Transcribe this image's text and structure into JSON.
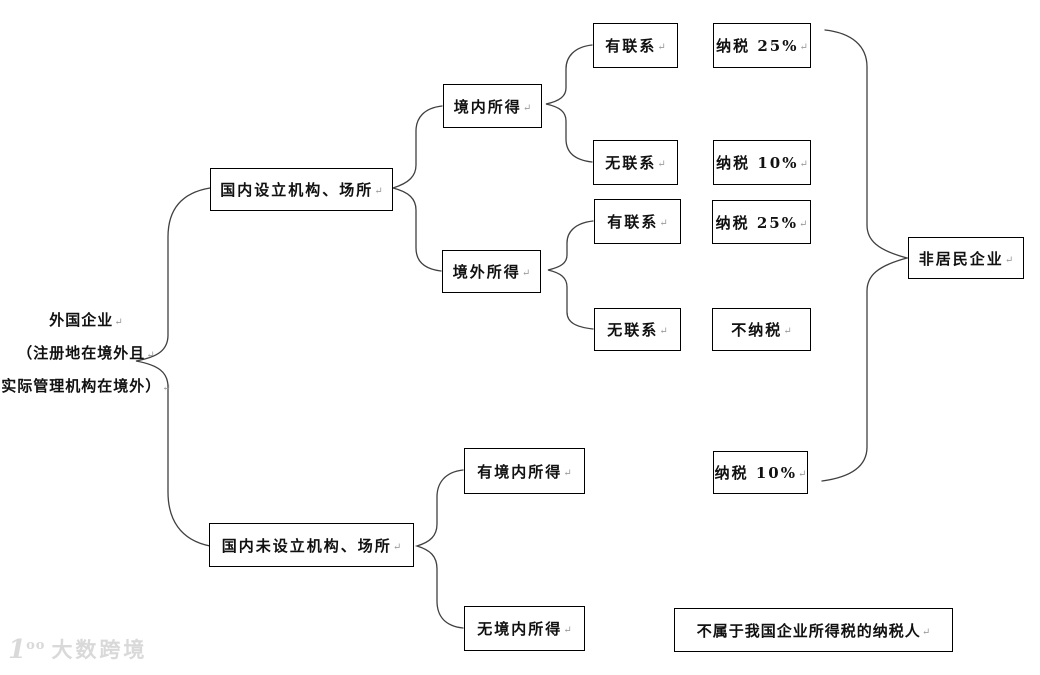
{
  "ui": {
    "return_mark": "↵",
    "background_color": "#ffffff",
    "line_color": "#404040",
    "box_border_color": "#000000",
    "text_color": "#111111"
  },
  "root": {
    "line1": "外国企业",
    "line2": "（注册地在境外且",
    "line3": "实际管理机构在境外）"
  },
  "nodes": {
    "established": "国内设立机构、场所",
    "not_established": "国内未设立机构、场所",
    "domestic_income": "境内所得",
    "foreign_income": "境外所得",
    "connected_1": "有联系",
    "unconnected_1": "无联系",
    "connected_2": "有联系",
    "unconnected_2": "无联系",
    "tax_25_1": "纳税 25%",
    "tax_10_1": "纳税 10%",
    "tax_25_2": "纳税 25%",
    "no_tax": "不纳税",
    "has_domestic_income": "有境内所得",
    "no_domestic_income": "无境内所得",
    "tax_10_2": "纳税 10%",
    "non_resident": "非居民企业",
    "not_taxpayer": "不属于我国企业所得税的纳税人"
  },
  "watermark": {
    "logo": "1",
    "logo_sup": "oo",
    "text": "大数跨境",
    "color": "#d9d9d9"
  }
}
